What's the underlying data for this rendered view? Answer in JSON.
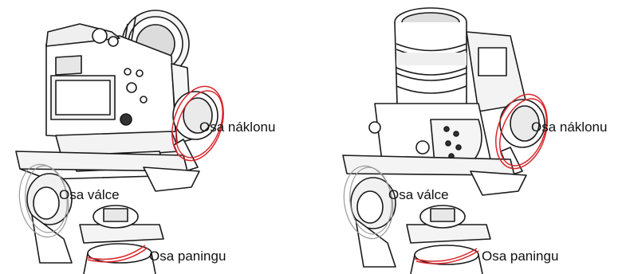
{
  "labels": {
    "tilt_axis": "Osa náklonu",
    "roll_axis": "Osa válce",
    "pan_axis": "Osa paningu"
  },
  "colors": {
    "tilt_highlight": "#d9262c",
    "pan_highlight": "#d9262c",
    "roll_highlight": "#9a9a9a",
    "line_art": "#1a1a1a"
  },
  "icons": [
    "gimbal-with-mirrorless-camera",
    "gimbal-with-cine-lens-camera"
  ]
}
